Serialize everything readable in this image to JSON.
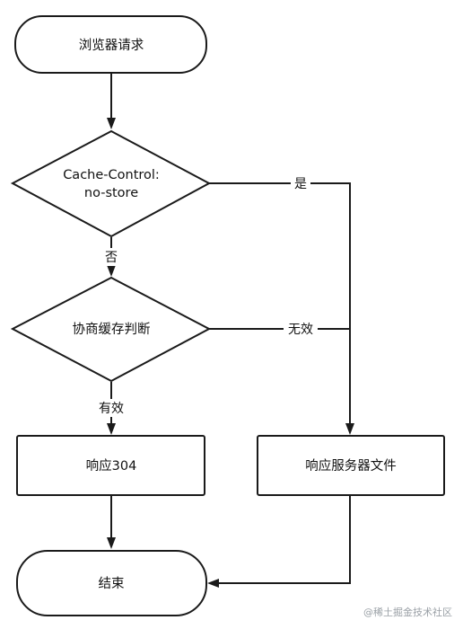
{
  "nodes": {
    "start": "浏览器请求",
    "decision_no_store": [
      "Cache-Control:",
      "no-store"
    ],
    "decision_negotiate": "协商缓存判断",
    "resp_304": "响应304",
    "resp_file": "响应服务器文件",
    "end": "结束"
  },
  "edges": {
    "yes": "是",
    "no": "否",
    "invalid": "无效",
    "valid": "有效"
  },
  "watermark": "@稀土掘金技术社区",
  "colors": {
    "stroke": "#1a1a1a",
    "fill": "#ffffff",
    "watermark": "#9aa0a6"
  }
}
